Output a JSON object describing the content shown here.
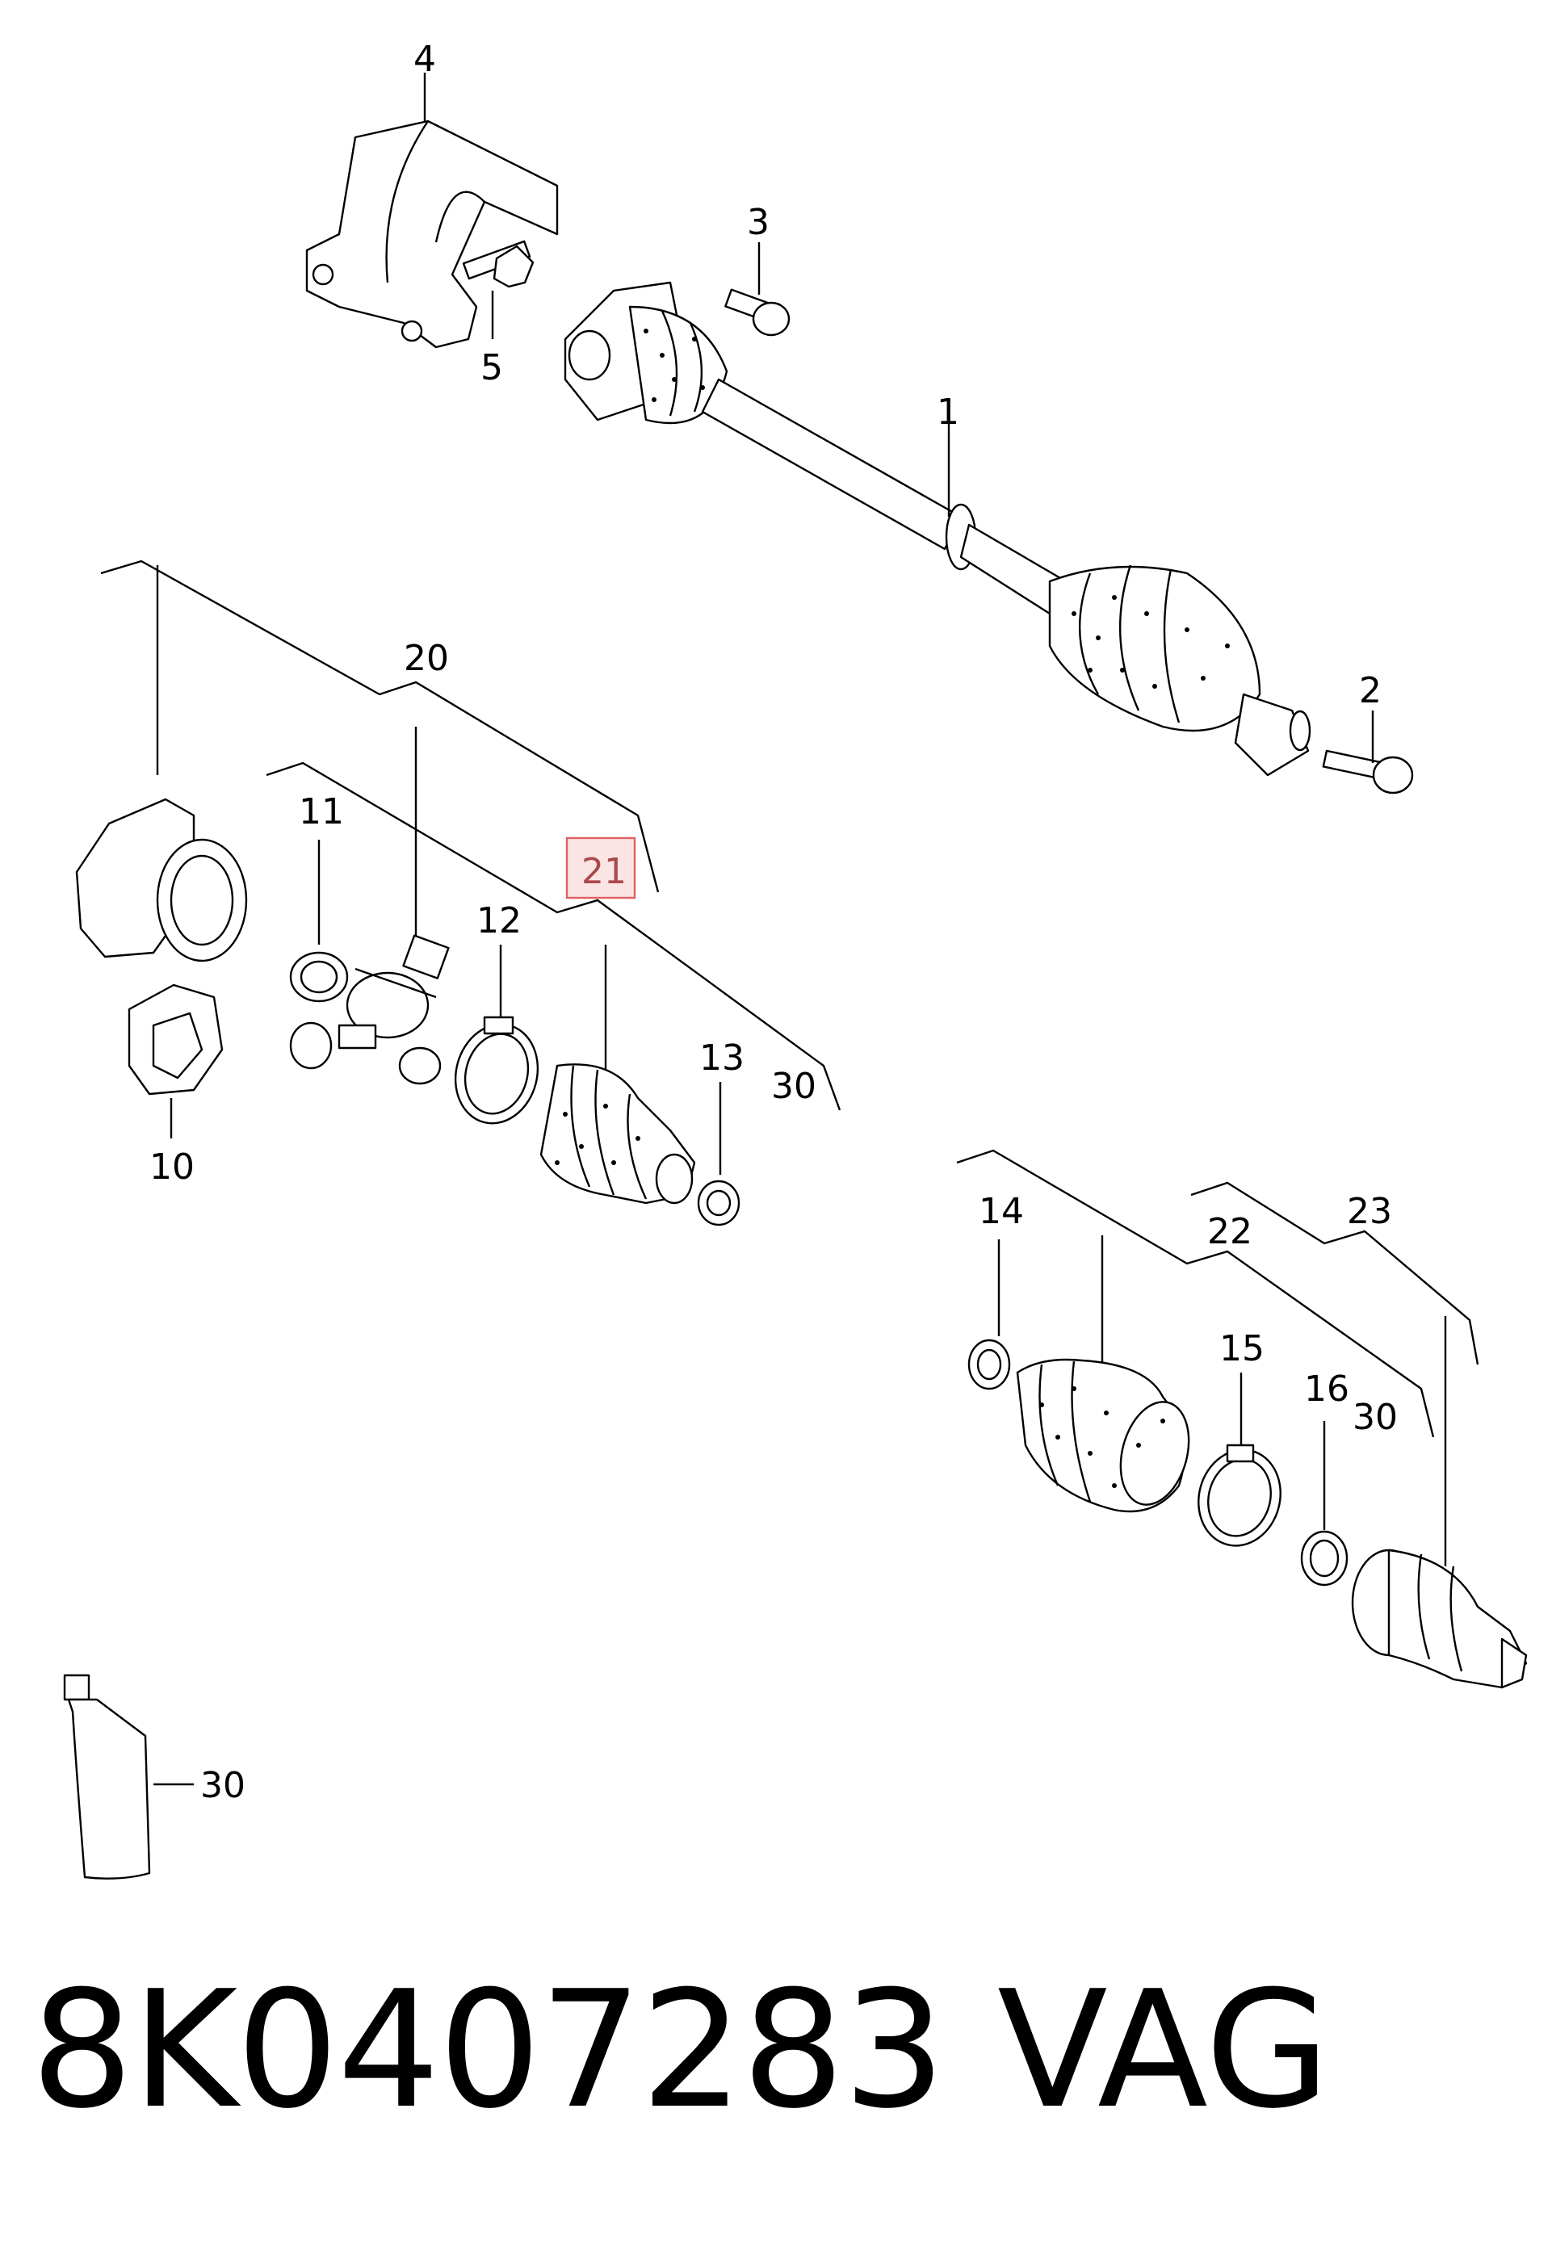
{
  "callouts": {
    "c1": "1",
    "c2": "2",
    "c3": "3",
    "c4": "4",
    "c5": "5",
    "c10": "10",
    "c11": "11",
    "c12": "12",
    "c13": "13",
    "c14": "14",
    "c15": "15",
    "c16": "16",
    "c20": "20",
    "c21": "21",
    "c22": "22",
    "c23": "23",
    "c30a": "30",
    "c30b": "30",
    "c30c": "30"
  },
  "highlight_color": "#e06060",
  "footer": {
    "part_number": "8K0407283",
    "brand": "VAG"
  }
}
